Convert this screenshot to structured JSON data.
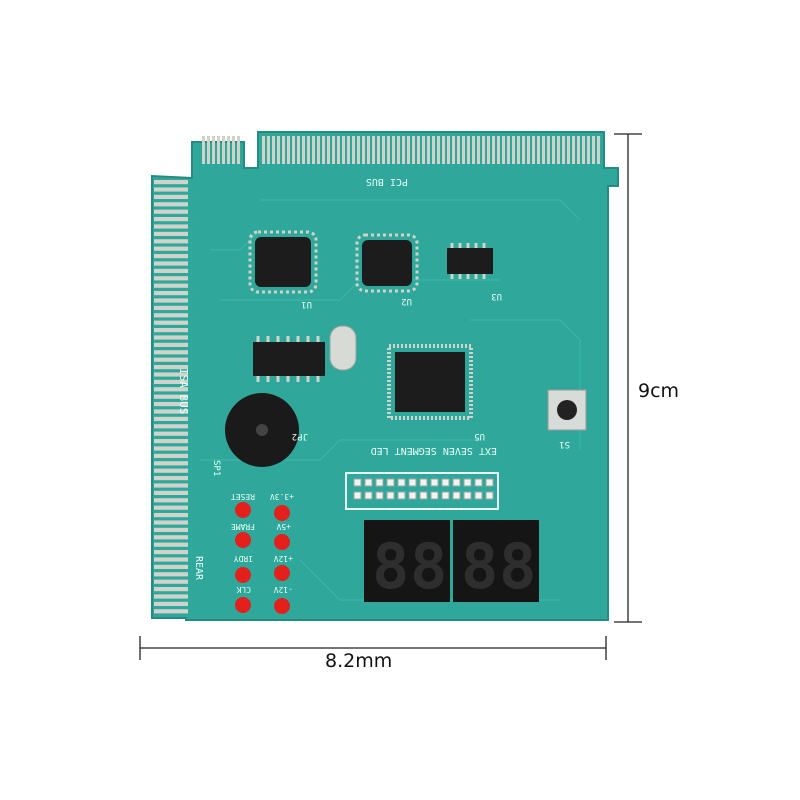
{
  "product": {
    "board_labels": {
      "pci_bus": "PCI BUS",
      "isa_bus": "ISA BUS",
      "seven_segment": "EXT SEVEN SEGMENT LED",
      "rear": "REAR",
      "sp1": "SP1",
      "jp2": "JP2",
      "s1": "S1",
      "u1": "U1",
      "u2": "U2",
      "u3": "U3",
      "u5": "U5"
    },
    "led_labels_left": [
      "RESET",
      "FRAME",
      "IRDY",
      "CLK"
    ],
    "led_labels_right": [
      "+3.3V",
      "+5V",
      "+12V",
      "-12V"
    ],
    "seven_segment_digits": [
      "8",
      "8",
      "8",
      "8"
    ]
  },
  "dimensions": {
    "height": "9cm",
    "width": "8.2mm"
  },
  "colors": {
    "pcb": "#2fa89b",
    "pcb_edge": "#258a80",
    "gold_contact": "#cfd3c9",
    "chip": "#1c1c1c",
    "led_red": "#e3201b",
    "segment_display": "#151515"
  }
}
